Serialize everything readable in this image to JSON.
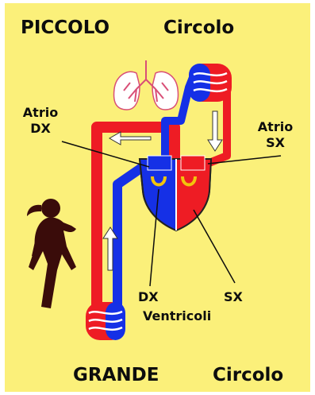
{
  "titles": {
    "top_left": "PICCOLO",
    "top_right": "Circolo",
    "bottom_left": "GRANDE",
    "bottom_right": "Circolo"
  },
  "labels": {
    "atrio_dx": [
      "Atrio",
      "DX"
    ],
    "atrio_sx": [
      "Atrio",
      "SX"
    ],
    "ventricle_dx": "DX",
    "ventricle_sx": "SX",
    "ventricoli": "Ventricoli"
  },
  "colors": {
    "background": "#fbf07a",
    "oxygenated": "#ee1c24",
    "deoxygenated": "#1530e6",
    "valves": "#f2c40c",
    "silhouette": "#3a0c0a",
    "lungs": "#e06a8a"
  },
  "icons": [
    "lungs-icon",
    "runner-silhouette-icon",
    "heart-icon",
    "capillary-bed-icon",
    "flow-arrow-icon"
  ]
}
